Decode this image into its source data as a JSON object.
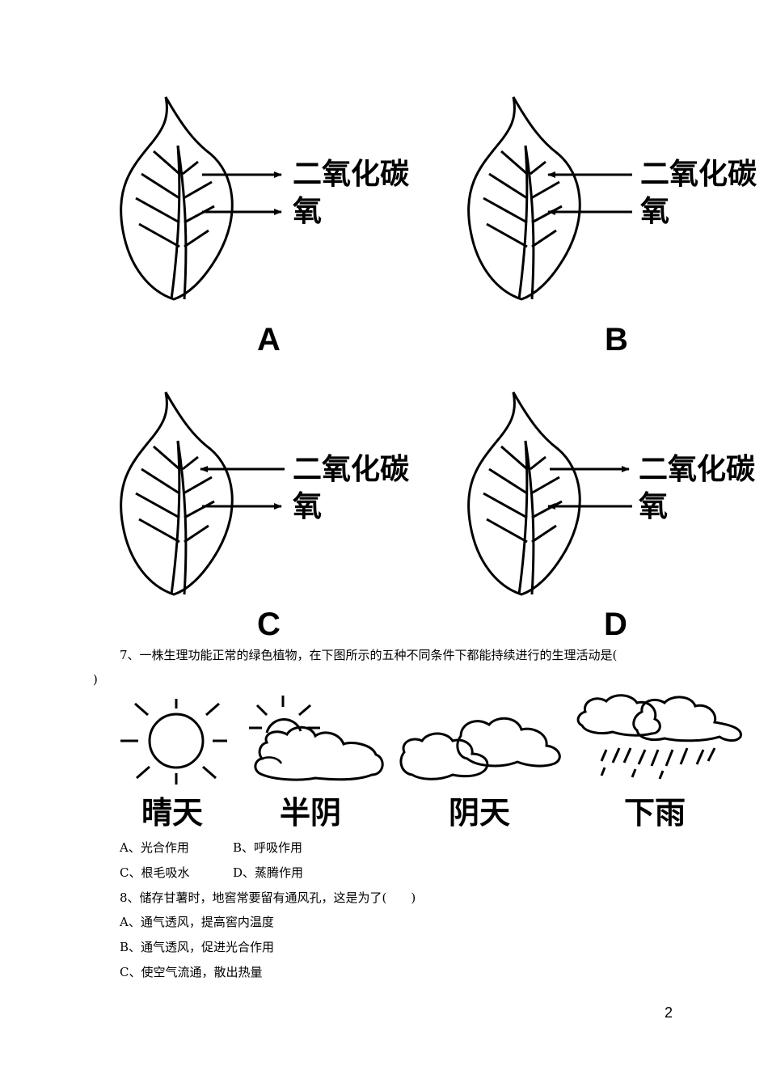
{
  "leaf_panels": [
    {
      "letter": "A",
      "co2_label": "二氧化碳",
      "o2_label": "氧"
    },
    {
      "letter": "B",
      "co2_label": "二氧化碳",
      "o2_label": "氧"
    },
    {
      "letter": "C",
      "co2_label": "二氧化碳",
      "o2_label": "氧"
    },
    {
      "letter": "D",
      "co2_label": "二氧化碳",
      "o2_label": "氧"
    }
  ],
  "question7": {
    "text": "7、一株生理功能正常的绿色植物，在下图所示的五种不同条件下都能持续进行的生理活动是(",
    "close": ")",
    "weather_labels": [
      "晴天",
      "半阴",
      "阴天",
      "下雨"
    ],
    "option_a": "A、光合作用",
    "option_b": "B、呼吸作用",
    "option_c": "C、根毛吸水",
    "option_d": "D、蒸腾作用"
  },
  "question8": {
    "text": "8、储存甘薯时，地窖常要留有通风孔，这是为了(　　)",
    "option_a": "A、通气透风，提高窖内温度",
    "option_b": "B、通气透风，促进光合作用",
    "option_c": "C、使空气流通，散出热量"
  },
  "page_number": "2"
}
